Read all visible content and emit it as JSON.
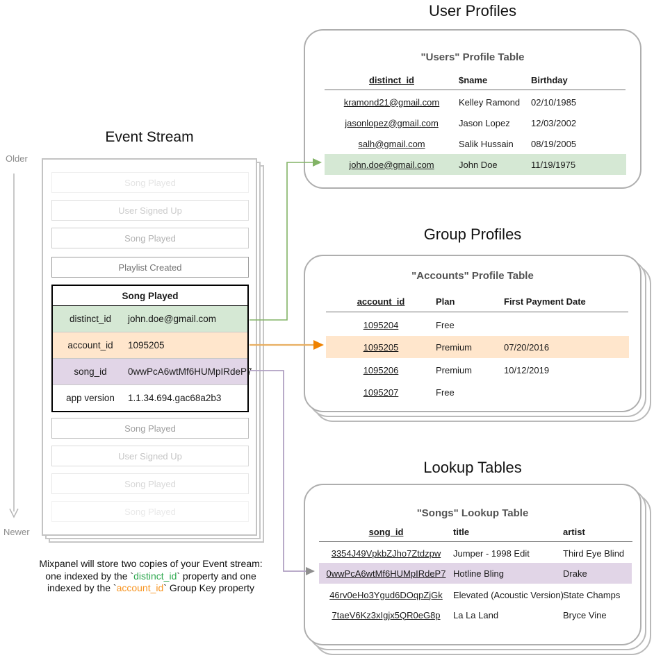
{
  "colors": {
    "green_fill": "#d5e8d4",
    "orange_fill": "#ffe6cc",
    "purple_fill": "#e1d5e7",
    "green_arrow": "#82b366",
    "orange_arrow_line": "#e8ae61",
    "orange_arrow_head": "#ef8201",
    "purple_arrow_line": "#b0a1c2",
    "purple_arrow_head": "#8f8f8f",
    "timeline_gray": "#b5b5b5",
    "caption_green": "#2fa84f",
    "caption_orange": "#f79420"
  },
  "timeline": {
    "older": "Older",
    "newer": "Newer"
  },
  "event_stream": {
    "title": "Event Stream",
    "events_top": [
      "Song Played",
      "User Signed Up",
      "Song Played",
      "Playlist Created"
    ],
    "expanded": {
      "name": "Song Played",
      "props": [
        {
          "key": "distinct_id",
          "value": "john.doe@gmail.com"
        },
        {
          "key": "account_id",
          "value": "1095205"
        },
        {
          "key": "song_id",
          "value": "0wwPcA6wtMf6HUMpIRdeP7"
        },
        {
          "key": "app version",
          "value": "1.1.34.694.gac68a2b3"
        }
      ]
    },
    "events_bottom": [
      "Song Played",
      "User Signed Up",
      "Song Played",
      "Song Played"
    ]
  },
  "caption": {
    "line1": "Mixpanel will store two copies of your Event stream:",
    "line2_a": "one indexed by the `",
    "line2_code": "distinct_id",
    "line2_b": "` property and one",
    "line3_a": "indexed by the `",
    "line3_code": "account_id",
    "line3_b": "` Group Key property"
  },
  "user_profiles": {
    "section_title": "User Profiles",
    "table_title": "\"Users\" Profile Table",
    "columns": [
      "distinct_id",
      "$name",
      "Birthday"
    ],
    "rows": [
      [
        "kramond21@gmail.com",
        "Kelley Ramond",
        "02/10/1985"
      ],
      [
        "jasonlopez@gmail.com",
        "Jason Lopez",
        "12/03/2002"
      ],
      [
        "salh@gmail.com",
        "Salik Hussain",
        "08/19/2005"
      ],
      [
        "john.doe@gmail.com",
        "John Doe",
        "11/19/1975"
      ]
    ]
  },
  "group_profiles": {
    "section_title": "Group Profiles",
    "table_title": "\"Accounts\" Profile Table",
    "columns": [
      "account_id",
      "Plan",
      "First Payment Date"
    ],
    "rows": [
      [
        "1095204",
        "Free",
        ""
      ],
      [
        "1095205",
        "Premium",
        "07/20/2016"
      ],
      [
        "1095206",
        "Premium",
        "10/12/2019"
      ],
      [
        "1095207",
        "Free",
        ""
      ]
    ]
  },
  "lookup_tables": {
    "section_title": "Lookup Tables",
    "table_title": "\"Songs\" Lookup Table",
    "columns": [
      "song_id",
      "title",
      "artist"
    ],
    "rows": [
      [
        "3354J49VpkbZJho7Ztdzpw",
        "Jumper - 1998 Edit",
        "Third Eye Blind"
      ],
      [
        "0wwPcA6wtMf6HUMpIRdeP7",
        "Hotline Bling",
        "Drake"
      ],
      [
        "46rv0eHo3Ygud6DOqpZjGk",
        "Elevated (Acoustic Version)",
        "State Champs"
      ],
      [
        "7taeV6Kz3xIgjx5QR0eG8p",
        "La La Land",
        "Bryce Vine"
      ]
    ]
  }
}
